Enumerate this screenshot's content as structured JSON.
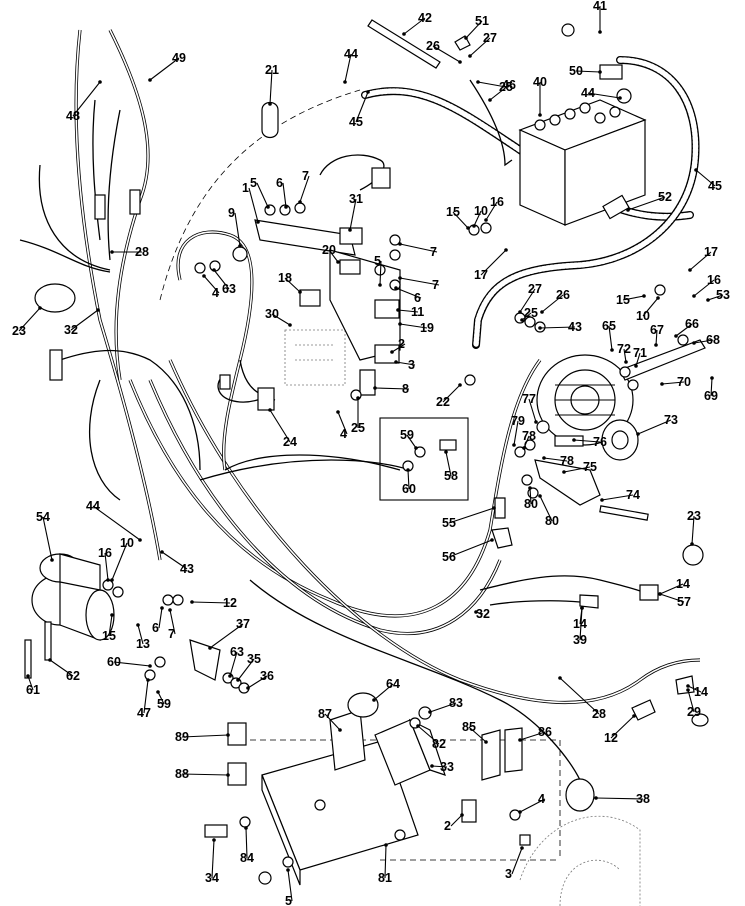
{
  "callouts": {
    "c1": "1",
    "c2a": "2",
    "c2b": "2",
    "c3a": "3",
    "c3b": "3",
    "c4a": "4",
    "c4b": "4",
    "c4c": "4",
    "c5a": "5",
    "c5b": "5",
    "c5c": "5",
    "c6a": "6",
    "c6b": "6",
    "c6c": "6",
    "c7a": "7",
    "c7b": "7",
    "c7c": "7",
    "c7d": "7",
    "c8": "8",
    "c9": "9",
    "c10a": "10",
    "c10b": "10",
    "c10c": "10",
    "c11": "11",
    "c12a": "12",
    "c12b": "12",
    "c13": "13",
    "c14a": "14",
    "c14b": "14",
    "c14c": "14",
    "c15a": "15",
    "c15b": "15",
    "c15c": "15",
    "c16a": "16",
    "c16b": "16",
    "c16c": "16",
    "c17a": "17",
    "c17b": "17",
    "c18": "18",
    "c19": "19",
    "c20": "20",
    "c21": "21",
    "c22": "22",
    "c23a": "23",
    "c23b": "23",
    "c24": "24",
    "c25a": "25",
    "c25b": "25",
    "c25c": "25",
    "c26a": "26",
    "c26b": "26",
    "c27a": "27",
    "c27b": "27",
    "c28a": "28",
    "c28b": "28",
    "c29": "29",
    "c30": "30",
    "c31": "31",
    "c32a": "32",
    "c32b": "32",
    "c33": "33",
    "c34": "34",
    "c35": "35",
    "c36": "36",
    "c37": "37",
    "c38": "38",
    "c39": "39",
    "c40": "40",
    "c41": "41",
    "c42": "42",
    "c43a": "43",
    "c43b": "43",
    "c44a": "44",
    "c44b": "44",
    "c44c": "44",
    "c45a": "45",
    "c45b": "45",
    "c46": "46",
    "c47": "47",
    "c48": "48",
    "c49": "49",
    "c50": "50",
    "c51": "51",
    "c52": "52",
    "c53": "53",
    "c54": "54",
    "c55": "55",
    "c56": "56",
    "c57": "57",
    "c58": "58",
    "c59a": "59",
    "c59b": "59",
    "c60a": "60",
    "c60b": "60",
    "c61": "61",
    "c62": "62",
    "c63a": "63",
    "c63b": "63",
    "c64": "64",
    "c65": "65",
    "c66": "66",
    "c67": "67",
    "c68": "68",
    "c69": "69",
    "c70": "70",
    "c71": "71",
    "c72": "72",
    "c73": "73",
    "c74": "74",
    "c75": "75",
    "c76": "76",
    "c77": "77",
    "c78a": "78",
    "c78b": "78",
    "c79": "79",
    "c80a": "80",
    "c80b": "80",
    "c81": "81",
    "c82": "82",
    "c83": "83",
    "c84": "84",
    "c85": "85",
    "c86": "86",
    "c87": "87",
    "c88": "88",
    "c89": "89"
  }
}
